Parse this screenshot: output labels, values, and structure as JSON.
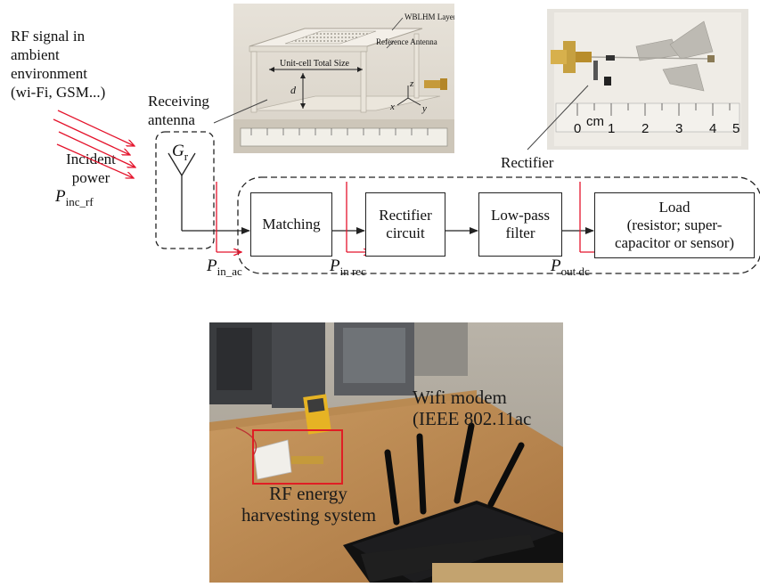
{
  "labels": {
    "rf_signal": [
      "RF signal in",
      "ambient",
      "environment",
      "(wi-Fi, GSM...)"
    ],
    "incident": [
      "Incident",
      "power"
    ],
    "receiving_antenna": [
      "Receiving",
      "antenna"
    ],
    "rectifier_photo": "Rectifier"
  },
  "symbols": {
    "p_inc": {
      "main": "P",
      "sub": "inc_rf"
    },
    "gr": {
      "main": "G",
      "sub": "r"
    },
    "p_in_ac": {
      "main": "P",
      "sub": "in_ac"
    },
    "p_in_rec": {
      "main": "P",
      "sub": "in rec"
    },
    "p_out_dc": {
      "main": "P",
      "sub": "out dc"
    }
  },
  "blocks": {
    "matching": "Matching",
    "rectifier": [
      "Rectifier",
      "circuit"
    ],
    "lowpass": [
      "Low-pass",
      "filter"
    ],
    "load": [
      "Load",
      "(resistor; super-",
      "capacitor or sensor)"
    ]
  },
  "photo_antenna": {
    "wblhm": "WBLHM Layer",
    "ref_antenna": "Reference Antenna",
    "unit_cell": "Unit-cell Total Size",
    "d": "d",
    "x": "x",
    "y": "y",
    "z": "z"
  },
  "photo_rectifier": {
    "cm": "cm",
    "ticks": [
      "0",
      "1",
      "2",
      "3",
      "4",
      "5"
    ]
  },
  "photo_room": {
    "wifi": [
      "Wifi modem",
      "(IEEE 802.11ac"
    ],
    "rfh": [
      "RF energy",
      "harvesting system"
    ]
  },
  "colors": {
    "arrow_red": "#e4142c",
    "box_red": "#e01e24"
  }
}
